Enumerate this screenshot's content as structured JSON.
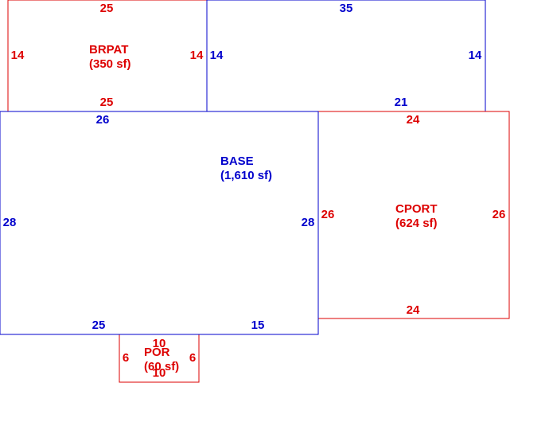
{
  "colors": {
    "base": "#0000cc",
    "addition": "#dd0000",
    "background": "#ffffff"
  },
  "areas": {
    "brpat": {
      "name": "BRPAT",
      "size": "(350 sf)",
      "color": "#dd0000",
      "dims": {
        "top": "25",
        "bottom": "25",
        "left": "14",
        "right": "14"
      }
    },
    "upper": {
      "color": "#0000cc",
      "dims": {
        "top": "35",
        "bottom": "21",
        "left": "14",
        "right": "14"
      }
    },
    "base": {
      "name": "BASE",
      "size": "(1,610 sf)",
      "color": "#0000cc",
      "dims": {
        "top": "26",
        "left": "28",
        "right": "28",
        "bottom_left": "25",
        "bottom_right": "15"
      }
    },
    "cport": {
      "name": "CPORT",
      "size": "(624 sf)",
      "color": "#dd0000",
      "dims": {
        "top": "24",
        "bottom": "24",
        "left": "26",
        "right": "26"
      }
    },
    "por": {
      "name": "POR",
      "size": "(60 sf)",
      "color": "#dd0000",
      "dims": {
        "top": "10",
        "bottom": "10",
        "left": "6",
        "right": "6"
      }
    }
  }
}
